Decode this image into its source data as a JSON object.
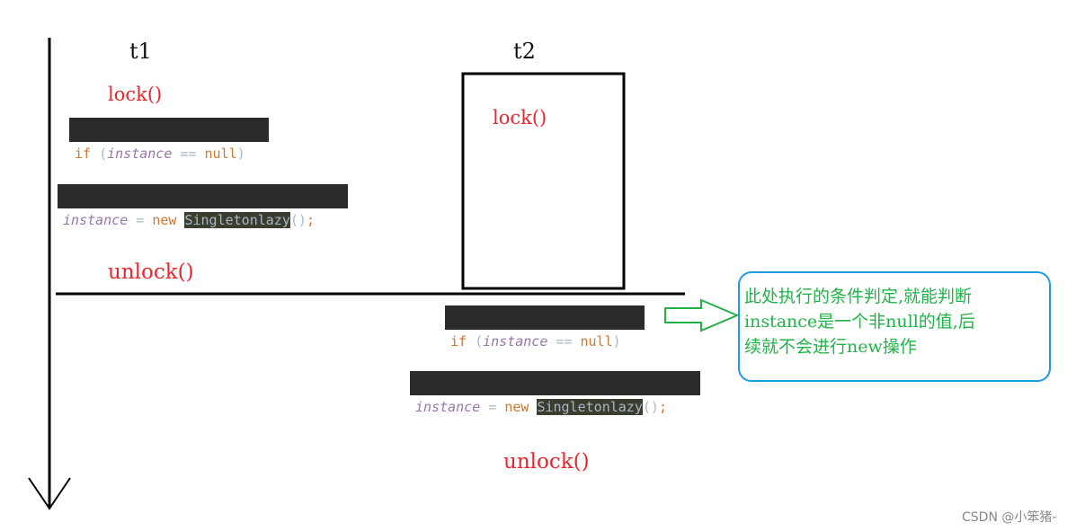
{
  "threads": {
    "t1": "t1",
    "t2": "t2"
  },
  "t1": {
    "lock": "lock()",
    "check": {
      "kw_if": "if",
      "paren_open": " (",
      "var": "instance",
      "op": " == ",
      "null": "null",
      "paren_close": ")"
    },
    "assign": {
      "var": "instance",
      "op": " = ",
      "kw_new": "new",
      "space": " ",
      "cls": "Singletonlazy",
      "call": "()",
      "semi": ";"
    },
    "unlock": "unlock()"
  },
  "t2": {
    "lock": "lock()",
    "check": {
      "kw_if": "if",
      "paren_open": " (",
      "var": "instance",
      "op": " == ",
      "null": "null",
      "paren_close": ")"
    },
    "assign": {
      "var": "instance",
      "op": " = ",
      "kw_new": "new",
      "space": " ",
      "cls": "Singletonlazy",
      "call": "()",
      "semi": ";"
    },
    "unlock": "unlock()"
  },
  "callout": {
    "lines": [
      "此处执行的条件判定,就能判断",
      "instance是一个非null的值,后",
      "续就不会进行new操作"
    ]
  },
  "watermark": "CSDN @小笨猪-",
  "colors": {
    "lock_text": "#e8262e",
    "callout_text": "#22b24a",
    "callout_border": "#1e9be0",
    "arrow": "#22b24a"
  }
}
